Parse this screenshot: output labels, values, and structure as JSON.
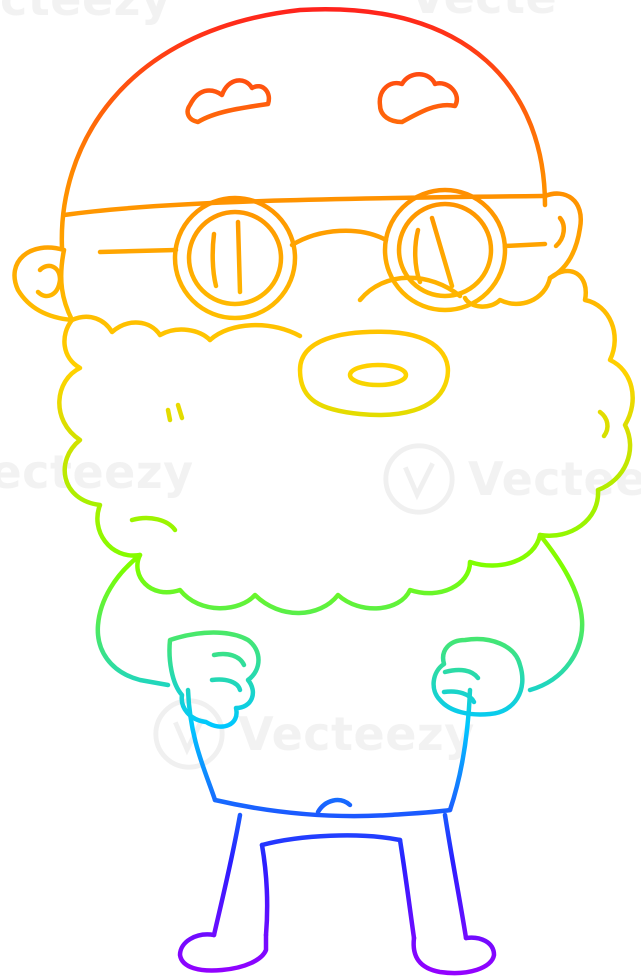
{
  "image": {
    "subject": "rainbow gradient line-art cartoon of a bald man with a big beard and round glasses",
    "gradient_colors": [
      "#ff1e1e",
      "#ff8a00",
      "#ffd200",
      "#7dff00",
      "#00c8ff",
      "#2a1eff",
      "#9a00ff"
    ]
  },
  "watermarks": [
    {
      "text": "Vecteezy"
    },
    {
      "text": "Vecteezy"
    },
    {
      "text": "vecteezy"
    },
    {
      "text": "Vecte"
    },
    {
      "text": "cteezy"
    }
  ]
}
